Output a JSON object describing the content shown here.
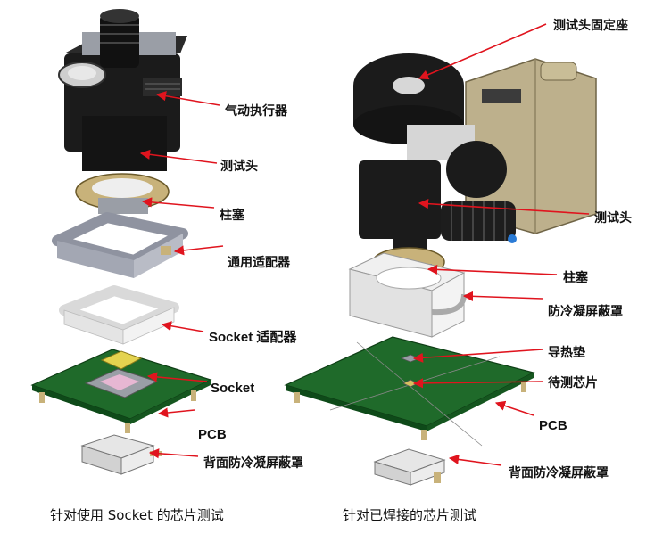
{
  "left_labels": [
    "气动执行器",
    "测试头",
    "柱塞",
    "通用适配器",
    "Socket 适配器",
    "Socket",
    "PCB",
    "背面防冷凝屏蔽罩"
  ],
  "right_labels": [
    "测试头固定座",
    "测试头",
    "柱塞",
    "防冷凝屏蔽罩",
    "导热垫",
    "待测芯片",
    "PCB",
    "背面防冷凝屏蔽罩"
  ],
  "captions": {
    "left": "针对使用 Socket 的芯片测试",
    "right": "针对已焊接的芯片测试"
  },
  "colors": {
    "arrow": "#e0141e",
    "pcb": "#1f6a2a",
    "black_part": "#1b1b1b",
    "brass_part": "#c8b27a",
    "grey_part": "#b9bcc6",
    "white_part": "#eeeeee",
    "tan_bracket": "#bdb08c",
    "chip": "#e4d34f",
    "socket_pink": "#e7b7d3"
  }
}
